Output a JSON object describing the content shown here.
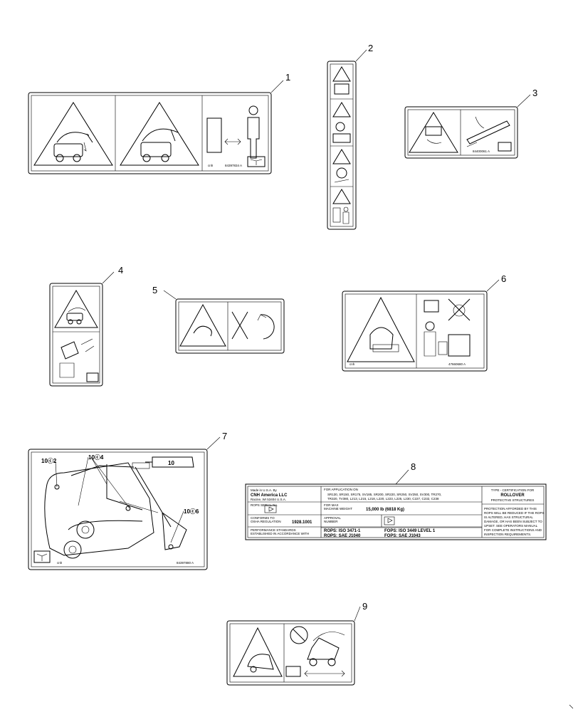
{
  "callouts": [
    "1",
    "2",
    "3",
    "4",
    "5",
    "6",
    "7",
    "8",
    "9"
  ],
  "decal1": {
    "left_text": "cnh",
    "part_no": "84397834 A"
  },
  "decal3": {
    "part_no": "84400061 A"
  },
  "decal6": {
    "left_text": "cnh",
    "part_no": "47660680 A"
  },
  "decal7": {
    "tag_1": "10ⓒ2",
    "tag_2": "10ⓒ4",
    "tag_3": "10",
    "tag_4": "10ⓒ6",
    "left_text": "cnh",
    "part_no": "84397880 A"
  },
  "decal8": {
    "maker_1": "Made in U.S.A. By",
    "maker_2": "CNH America LLC",
    "maker_3": "Racine, WI 53404 U.S.A.",
    "app_header": "FOR APPLICATION ON",
    "models_1": "SR130, SR150, SR175, SV185, SR200, SR220, SR250, SV250, SV300, TR270,",
    "models_2": "TR320, TV380, L213, L215, L218, L220, L223, L225, L230, C227, C232, C238",
    "serial_label": "ROPS SERIAL No.",
    "mass_label_1": "FOR MAX",
    "mass_label_2": "MACHINE WEIGHT",
    "mass_value": "15,000 lb (6818 Kg)",
    "osha_1": "CONFORMS TO",
    "osha_2": "OSHA REGULATION",
    "osha_value": "1928.1001",
    "approval_1": "APPROVAL",
    "approval_2": "NUMBER",
    "perf_1": "PERFORMANCE STANDARDS",
    "perf_2": "ESTABLISHED IN ACCORDANCE WITH",
    "rops_iso": "ROPS: ISO 3471-1",
    "fops_iso": "FOPS: ISO 3449 LEVEL 1",
    "rops_sae": "ROPS: SAE J1040",
    "fops_sae": "FOPS: SAE J1043",
    "type_1": "TYPE - CERTIFICATION FOR",
    "type_2": "ROLLOVER",
    "type_3": "PROTECTIVE STRUCTURES",
    "warn_1": "PROTECTION AFFORDED BY THIS",
    "warn_2": "ROPS WILL BE REDUCED IF THE ROPS",
    "warn_3": "IS ALTERED, HAS STRUCTURAL",
    "warn_4": "DAMAGE, OR HAS BEEN SUBJECT TO",
    "warn_5": "UPSET. SEE OPERATORS MANUAL",
    "warn_6": "FOR COMPLETE INSTRUCTIONS AND",
    "warn_7": "INSPECTION REQUIREMENTS."
  }
}
